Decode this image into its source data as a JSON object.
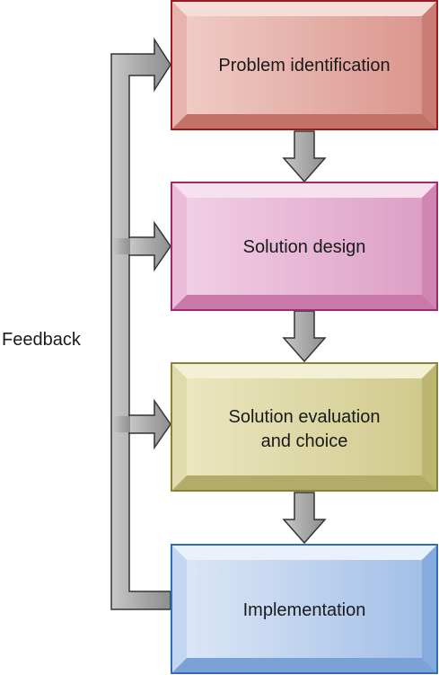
{
  "diagram": {
    "feedback_label": "Feedback",
    "steps": [
      {
        "lines": [
          "Problem identification"
        ],
        "color": "#d98a84"
      },
      {
        "lines": [
          "Solution design"
        ],
        "color": "#df8fb8"
      },
      {
        "lines": [
          "Solution evaluation",
          "and choice"
        ],
        "color": "#c9c27a"
      },
      {
        "lines": [
          "Implementation"
        ],
        "color": "#8fb3e0"
      }
    ],
    "colors": {
      "box_border_1": "#9b1b22",
      "box_border_2": "#9d2a6e",
      "box_border_3": "#8a8332",
      "box_border_4": "#2f6fb8",
      "arrow_fill": "#9b9b9b",
      "arrow_stroke": "#333333"
    }
  }
}
